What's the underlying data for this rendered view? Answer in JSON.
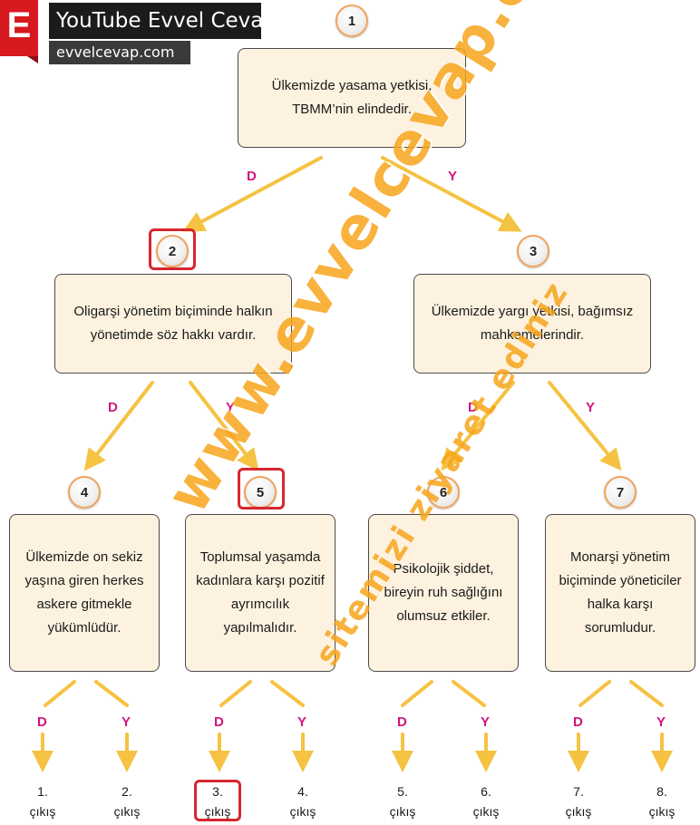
{
  "logo": {
    "letter": "E",
    "title": "YouTube Evvel Cevap",
    "url": "evvelcevap.com"
  },
  "watermark": {
    "main": "www.evvelcevap.com",
    "sub": "sitemizi ziyaret ediniz"
  },
  "colors": {
    "arrow": "#f5c242",
    "box_fill": "#fdf2df",
    "label": "#d0157f",
    "highlight": "#d7262e",
    "circle_ring": "#f0a35a"
  },
  "nodes": [
    {
      "number": "1",
      "text": "Ülkemizde yasama yetkisi, TBMM’nin elindedir."
    },
    {
      "number": "2",
      "text": "Oligarşi yönetim biçiminde halkın yönetimde söz hakkı vardır."
    },
    {
      "number": "3",
      "text": "Ülkemizde yargı yetkisi, bağımsız mahkemelerindir."
    },
    {
      "number": "4",
      "text": "Ülkemizde on sekiz yaşına giren herkes askere gitmekle yükümlüdür."
    },
    {
      "number": "5",
      "text": "Toplumsal yaşamda kadınlara karşı pozitif ayrımcılık yapılmalıdır."
    },
    {
      "number": "6",
      "text": "Psikolojik şiddet, bireyin ruh sağlığını olumsuz etkiler."
    },
    {
      "number": "7",
      "text": "Monarşi yönetim biçiminde yöneticiler halka karşı sorumludur."
    }
  ],
  "branch_labels": {
    "true": "D",
    "false": "Y"
  },
  "exits": [
    {
      "number": "1.",
      "word": "çıkış"
    },
    {
      "number": "2.",
      "word": "çıkış"
    },
    {
      "number": "3.",
      "word": "çıkış"
    },
    {
      "number": "4.",
      "word": "çıkış"
    },
    {
      "number": "5.",
      "word": "çıkış"
    },
    {
      "number": "6.",
      "word": "çıkış"
    },
    {
      "number": "7.",
      "word": "çıkış"
    },
    {
      "number": "8.",
      "word": "çıkış"
    }
  ],
  "highlighted": {
    "nodes": [
      "2",
      "5"
    ],
    "exit": "3."
  }
}
